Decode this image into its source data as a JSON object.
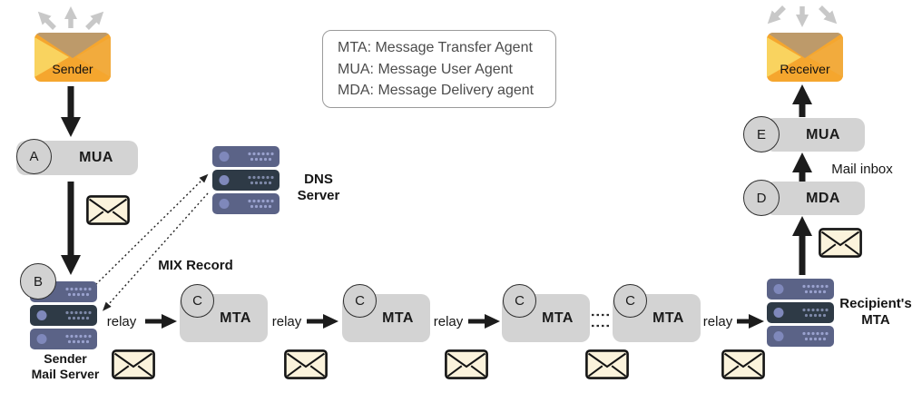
{
  "sender": {
    "label": "Sender"
  },
  "receiver": {
    "label": "Receiver"
  },
  "legend": {
    "lines": [
      "MTA: Message Transfer Agent",
      "MUA: Message User Agent",
      "MDA: Message Delivery agent"
    ]
  },
  "sender_mua": {
    "badge": "A",
    "label": "MUA"
  },
  "sender_mail_server": {
    "badge": "B",
    "label_line1": "Sender",
    "label_line2": "Mail Server"
  },
  "dns_server": {
    "label_line1": "DNS",
    "label_line2": "Server"
  },
  "mix_record_label": "MIX Record",
  "relay_label": "relay",
  "mta_chain": [
    {
      "badge": "C",
      "label": "MTA"
    },
    {
      "badge": "C",
      "label": "MTA"
    },
    {
      "badge": "C",
      "label": "MTA"
    },
    {
      "badge": "C",
      "label": "MTA"
    }
  ],
  "recipients_mta": {
    "label_line1": "Recipient's",
    "label_line2": "MTA"
  },
  "mda": {
    "badge": "D",
    "label": "MDA"
  },
  "mail_inbox_label": "Mail inbox",
  "receiver_mua": {
    "badge": "E",
    "label": "MUA"
  },
  "icons": {
    "envelope": "✉",
    "server": "🗄",
    "relay_arrow": "→"
  },
  "colors": {
    "box_gray": "#d3d3d3",
    "arrow_black": "#1c1c1c",
    "arrow_gray": "#c8c8c8",
    "envelope_cream": "#fbf3dc",
    "envelope_orange": "#f5a62e",
    "envelope_flap_tan": "#bd9a6a",
    "server_slate": "#5b6387",
    "server_dark": "#2e3a46"
  }
}
